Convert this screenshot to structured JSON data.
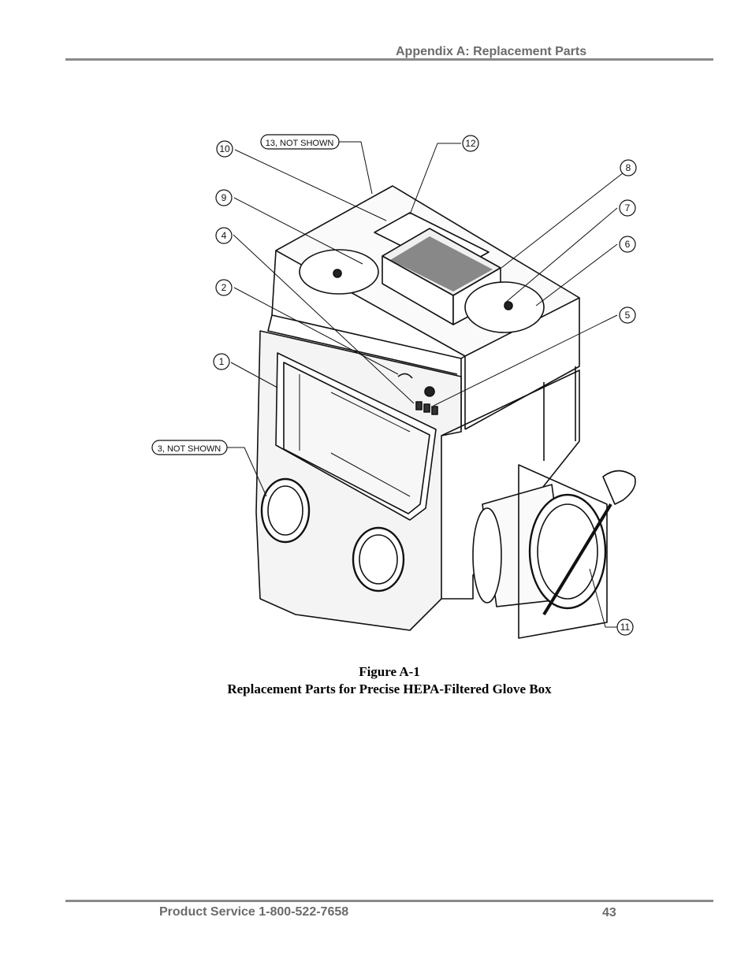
{
  "header": {
    "section_title": "Appendix A: Replacement Parts"
  },
  "figure": {
    "callouts": {
      "c1": "1",
      "c2": "2",
      "c3": "3, NOT SHOWN",
      "c4": "4",
      "c5": "5",
      "c6": "6",
      "c7": "7",
      "c8": "8",
      "c9": "9",
      "c10": "10",
      "c11": "11",
      "c12": "12",
      "c13": "13, NOT SHOWN"
    }
  },
  "caption": {
    "label": "Figure A-1",
    "title": "Replacement Parts for Precise HEPA-Filtered Glove Box"
  },
  "footer": {
    "service": "Product Service 1-800-522-7658",
    "page_number": "43"
  }
}
